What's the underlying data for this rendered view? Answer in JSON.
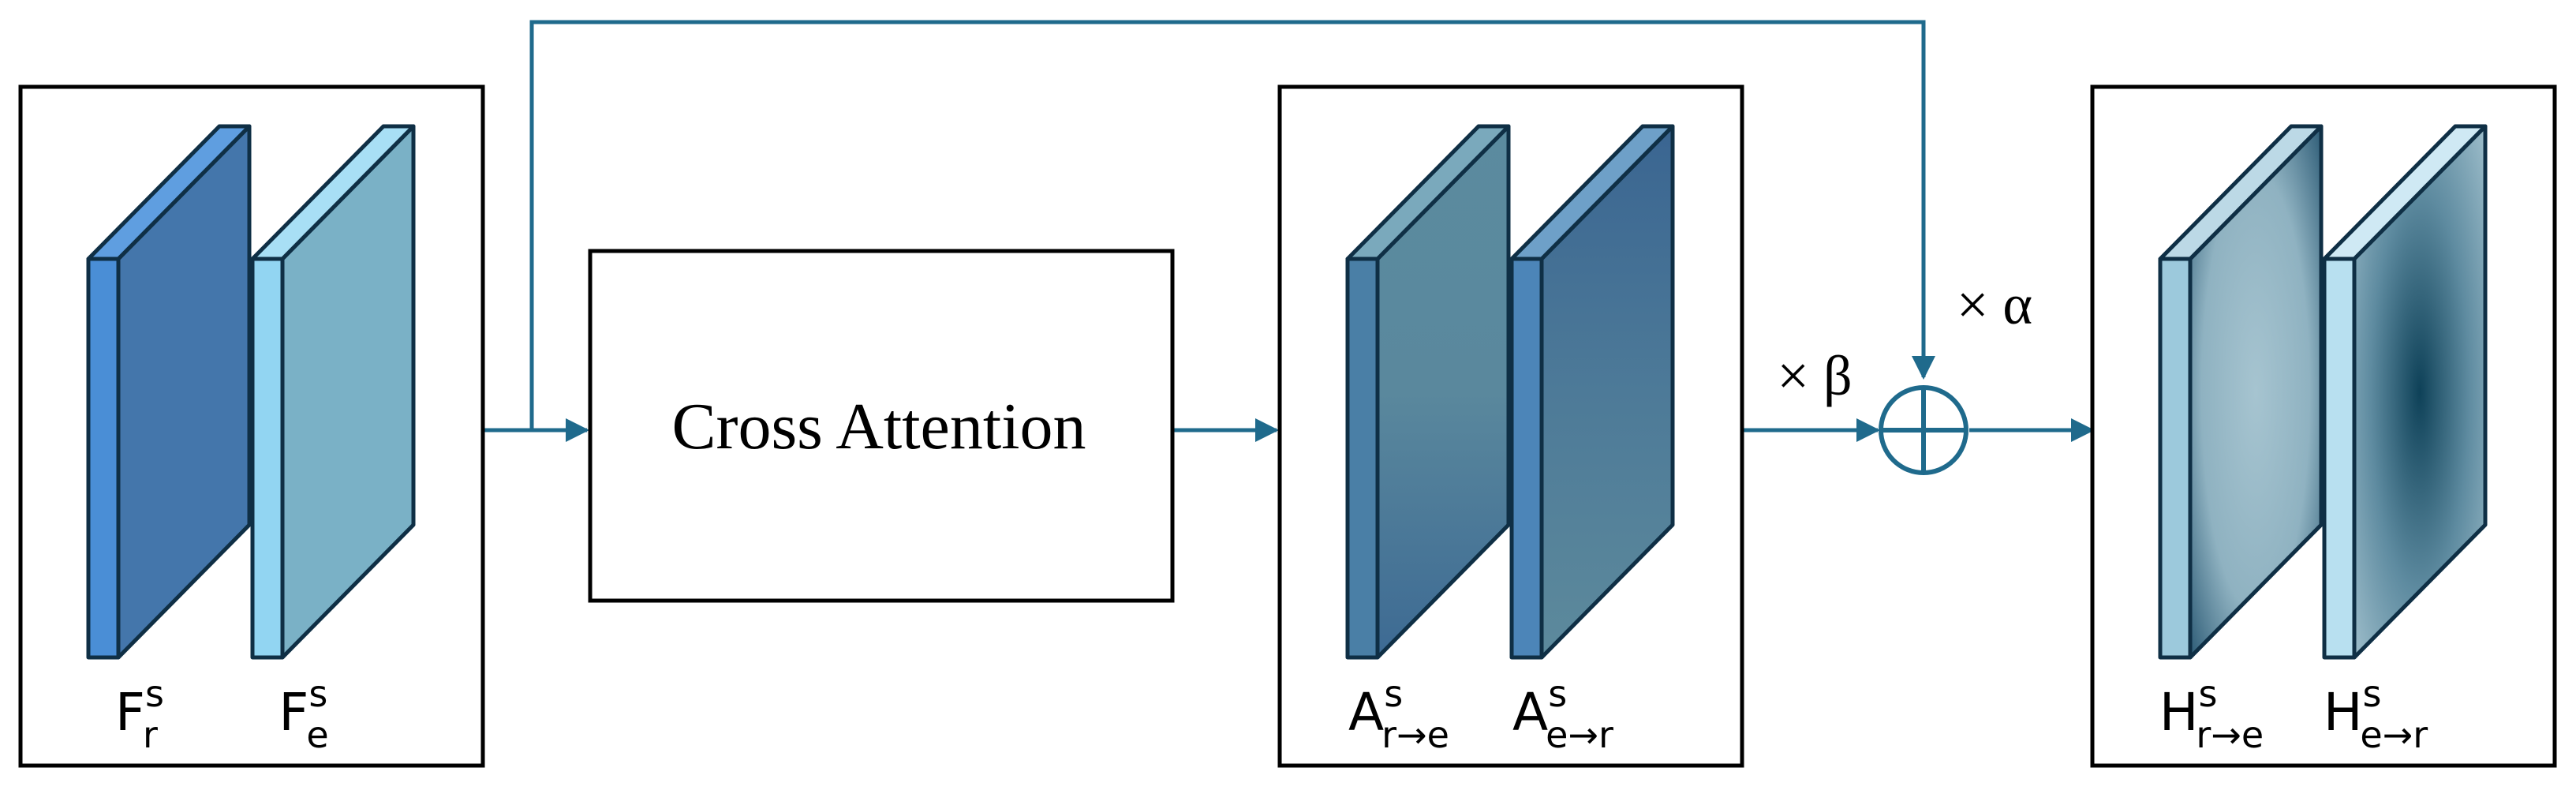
{
  "colors": {
    "wire": "#1f6a8c",
    "box_border": "#000000",
    "slab_edge": "#0f2f45"
  },
  "blocks": {
    "input": {
      "name": "input-features-box",
      "slabs": [
        {
          "symbol": "F",
          "sup": "s",
          "sub": "r",
          "face": "#4476ab",
          "side": "#4a8ed6",
          "top": "#5f9ee0"
        },
        {
          "symbol": "F",
          "sup": "s",
          "sub": "e",
          "face": "#7ab1c6",
          "side": "#92d5f2",
          "top": "#a8dff5"
        }
      ]
    },
    "attention": {
      "name": "attention-features-box",
      "slabs": [
        {
          "symbol": "A",
          "sup": "s",
          "sub": "r→e",
          "face": "#5b8b9f",
          "face2": "#3d6a93",
          "side": "#4a7fa6",
          "top": "#7aa9bc"
        },
        {
          "symbol": "A",
          "sup": "s",
          "sub": "e→r",
          "face": "#3a6591",
          "face2": "#5d8a9c",
          "side": "#4c85b8",
          "top": "#6ea0c8"
        }
      ]
    },
    "output": {
      "name": "output-features-box",
      "slabs": [
        {
          "symbol": "H",
          "sup": "s",
          "sub": "r→e",
          "center": "#a6c4d0",
          "edgecol": "#1f4f6b",
          "side": "#9cc9dc",
          "top": "#bcd9e6"
        },
        {
          "symbol": "H",
          "sup": "s",
          "sub": "e→r",
          "center": "#0e4158",
          "edgecol": "#a6c4d0",
          "side": "#b8e0f0",
          "top": "#cfe9f4"
        }
      ]
    }
  },
  "cross_attention": {
    "label": "Cross Attention"
  },
  "scale_beta": "× β",
  "scale_alpha": "× α"
}
